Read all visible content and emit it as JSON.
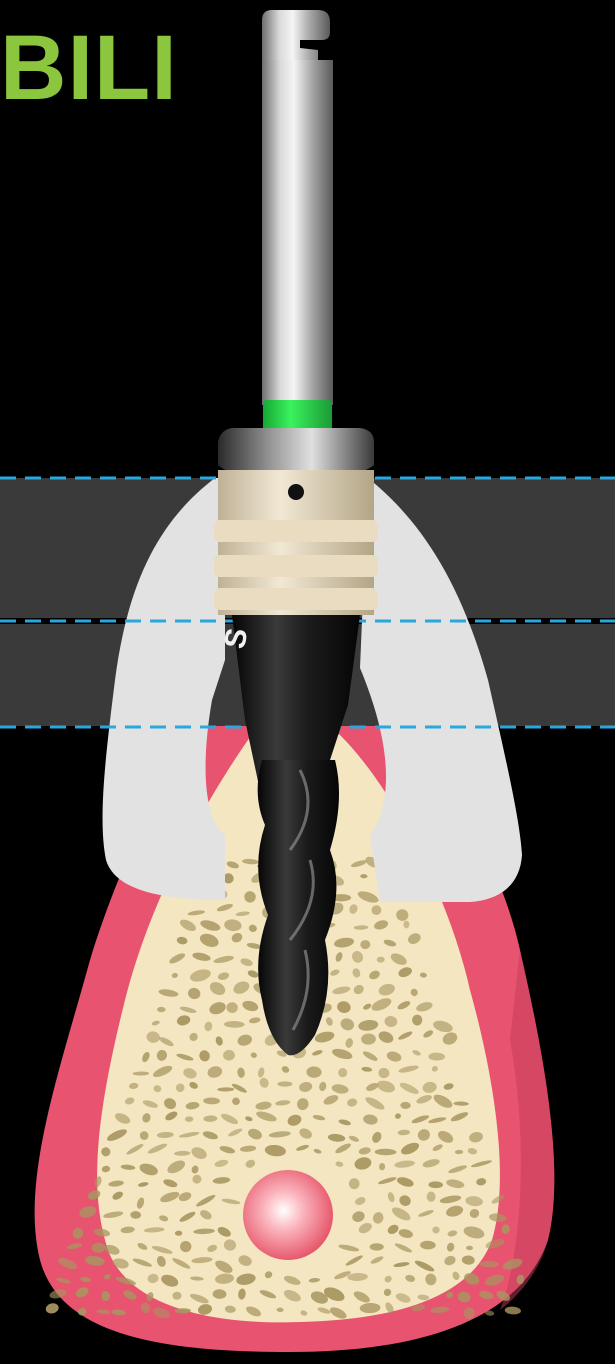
{
  "heading": {
    "text": "BILI"
  },
  "drill": {
    "band_text": "S"
  },
  "colors": {
    "background": "#000000",
    "heading": "#8cc63f",
    "gum": "#e8536f",
    "bone": "#f4e6c0",
    "trabecula": "#a89660",
    "guide": "#e2e2e2",
    "sleeve": "#e8dcc4",
    "band_dark": "#3a3a3a",
    "dashed_line": "#29a8e0",
    "depth_ring": "#2ee84a",
    "nerve": "#f5707e"
  },
  "icons": [
    "bone-cross-section-illustration",
    "drill-bit-icon",
    "nerve-canal-icon"
  ]
}
